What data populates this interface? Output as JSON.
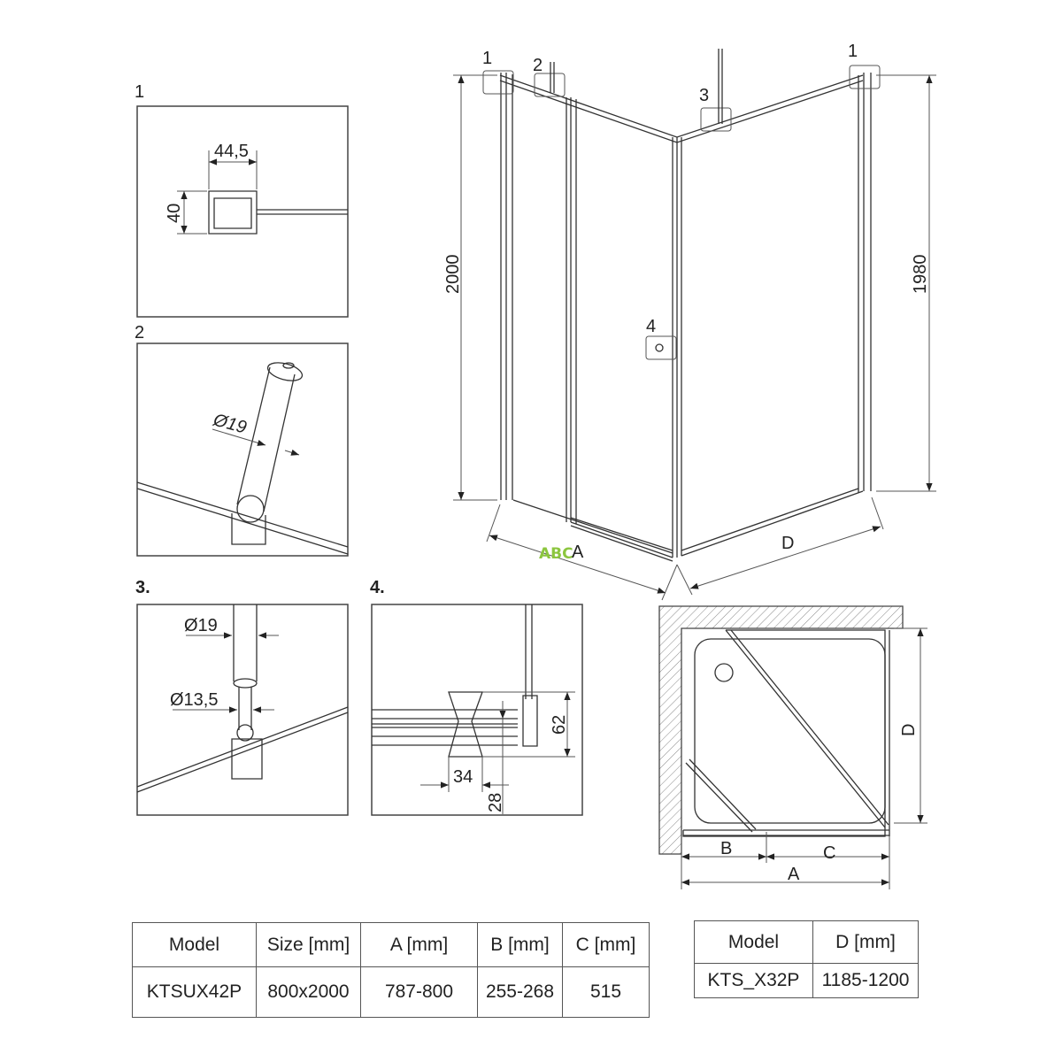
{
  "details": {
    "d1": {
      "label": "1",
      "width": "44,5",
      "height": "40"
    },
    "d2": {
      "label": "2",
      "diameter": "Ø19"
    },
    "d3": {
      "label": "3.",
      "diameter_outer": "Ø19",
      "diameter_inner": "Ø13,5"
    },
    "d4": {
      "label": "4.",
      "height": "62",
      "width": "34",
      "offset": "28"
    }
  },
  "main_view": {
    "callouts": [
      "1",
      "2",
      "3",
      "4",
      "1"
    ],
    "height_left": "2000",
    "height_right": "1980",
    "dim_a": "A",
    "dim_d": "D",
    "watermark": "ABC"
  },
  "plan_view": {
    "dim_d": "D",
    "dim_b": "B",
    "dim_c": "C",
    "dim_a": "A"
  },
  "table1": {
    "headers": [
      "Model",
      "Size [mm]",
      "A [mm]",
      "B [mm]",
      "C [mm]"
    ],
    "row": [
      "KTSUX42P",
      "800x2000",
      "787-800",
      "255-268",
      "515"
    ]
  },
  "table2": {
    "headers": [
      "Model",
      "D [mm]"
    ],
    "row": [
      "KTS_X32P",
      "1185-1200"
    ]
  },
  "colors": {
    "line": "#333333",
    "watermark": "#8cc63f"
  }
}
